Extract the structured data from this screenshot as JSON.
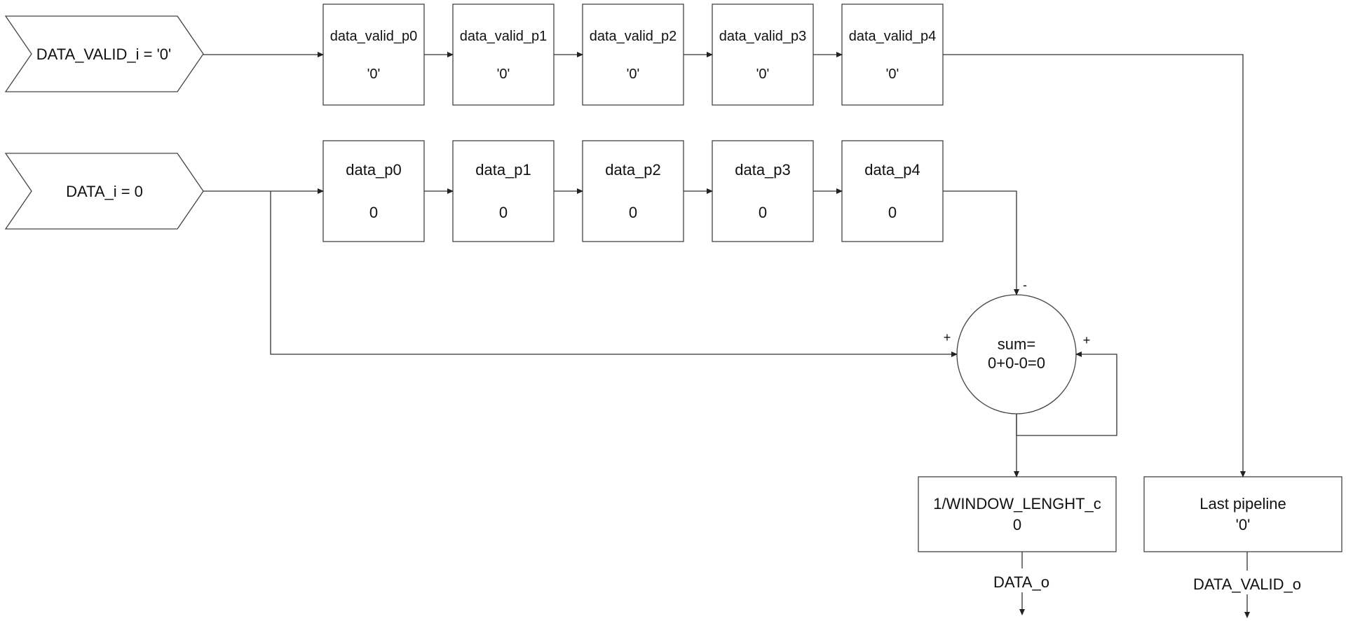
{
  "inputs": {
    "data_valid_in": "DATA_VALID_i = '0'",
    "data_in": "DATA_i = 0"
  },
  "valid_pipeline": [
    {
      "name": "data_valid_p0",
      "value": "'0'"
    },
    {
      "name": "data_valid_p1",
      "value": "'0'"
    },
    {
      "name": "data_valid_p2",
      "value": "'0'"
    },
    {
      "name": "data_valid_p3",
      "value": "'0'"
    },
    {
      "name": "data_valid_p4",
      "value": "'0'"
    }
  ],
  "data_pipeline": [
    {
      "name": "data_p0",
      "value": "0"
    },
    {
      "name": "data_p1",
      "value": "0"
    },
    {
      "name": "data_p2",
      "value": "0"
    },
    {
      "name": "data_p3",
      "value": "0"
    },
    {
      "name": "data_p4",
      "value": "0"
    }
  ],
  "summer": {
    "line1": "sum=",
    "line2": "0+0-0=0",
    "sign_top": "-",
    "sign_left": "+",
    "sign_right": "+"
  },
  "divider": {
    "line1": "1/WINDOW_LENGHT_c",
    "line2": "0"
  },
  "last_pipeline": {
    "line1": "Last pipeline",
    "line2": "'0'"
  },
  "outputs": {
    "data_out": "DATA_o",
    "data_valid_out": "DATA_VALID_o"
  }
}
